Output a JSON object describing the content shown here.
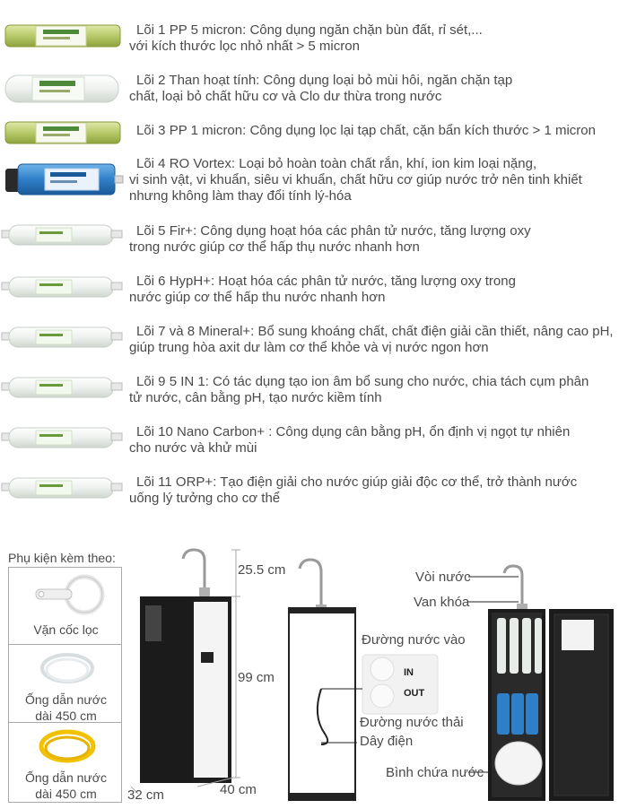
{
  "filters": [
    {
      "line1": "Lõi 1 PP 5 micron: Công dụng ngăn chặn bùn đất, rỉ sét,...",
      "line2": "với kích thước lọc nhỏ nhất > 5 micron"
    },
    {
      "line1": "Lõi 2 Than hoạt tính: Công dụng loại bỏ mùi hôi, ngăn chặn tạp",
      "line2": "chất, loại bỏ chất hữu cơ và Clo dư thừa trong nước"
    },
    {
      "line1": "Lõi 3 PP 1 micron: Công dụng lọc lại tạp chất, cặn bẩn kích thước > 1 micron",
      "line2": ""
    },
    {
      "line1": "Lõi 4 RO Vortex: Loại bỏ hoàn toàn chất rắn, khí, ion kim loại nặng,",
      "line2": "vi sinh vật, vi khuẩn, siêu vi khuẩn, chất hữu cơ giúp nước trở nên tinh khiết",
      "line3": "nhưng không làm thay đổi tính lý-hóa"
    },
    {
      "line1": "Lõi 5 Fir+: Công dụng hoạt hóa các phân tử nước, tăng lượng oxy",
      "line2": "trong nước giúp cơ thể hấp thụ nước nhanh hơn"
    },
    {
      "line1": "Lõi 6 HypH+: Hoạt hóa các phân tử nước, tăng lượng oxy trong",
      "line2": "nước giúp cơ thể hấp thu nước nhanh hơn"
    },
    {
      "line1": "Lõi 7 và 8 Mineral+: Bổ sung khoáng chất, chất điện giải cần thiết, nâng cao pH,",
      "line2": "giúp trung hòa axit dư làm cơ thể khỏe và vị nước ngon hơn"
    },
    {
      "line1": "Lõi 9 5 IN 1: Có tác dụng tạo ion âm bổ sung cho nước, chia tách cụm phân",
      "line2": "tử nước, cân bằng pH, tạo nước kiềm tính"
    },
    {
      "line1": "Lõi 10 Nano Carbon+ : Công dụng cân bằng pH, ổn định vị ngọt tự nhiên",
      "line2": "cho nước và khử mùi"
    },
    {
      "line1": "Lõi 11 ORP+: Tạo điện giải cho nước giúp giải độc cơ thể, trở thành nước",
      "line2": "uống lý tưởng cho cơ thể"
    }
  ],
  "accessories": {
    "title": "Phụ kiện kèm theo:",
    "items": [
      {
        "line1": "Vặn cốc lọc",
        "line2": ""
      },
      {
        "line1": "Ống dẫn nước",
        "line2": "dài 450 cm"
      },
      {
        "line1": "Ống dẫn nước",
        "line2": "dài 450 cm"
      }
    ]
  },
  "dimensions": {
    "top": "25.5 cm",
    "height": "99 cm",
    "width": "32 cm",
    "depth": "40 cm"
  },
  "back_labels": {
    "water_in": "Đường nước vào",
    "water_out": "Đường nước thải",
    "power": "Dây điện",
    "in": "IN",
    "out": "OUT"
  },
  "inside_labels": {
    "faucet": "Vòi nước",
    "valve": "Van khóa",
    "tank": "Bình chứa nước"
  },
  "colors": {
    "cabinet": "#1b1b1b",
    "panel": "#f4f4f4",
    "ro": "#2f7fc8",
    "yellow_tube": "#f2c200",
    "label_green": "#6a9a3a"
  }
}
